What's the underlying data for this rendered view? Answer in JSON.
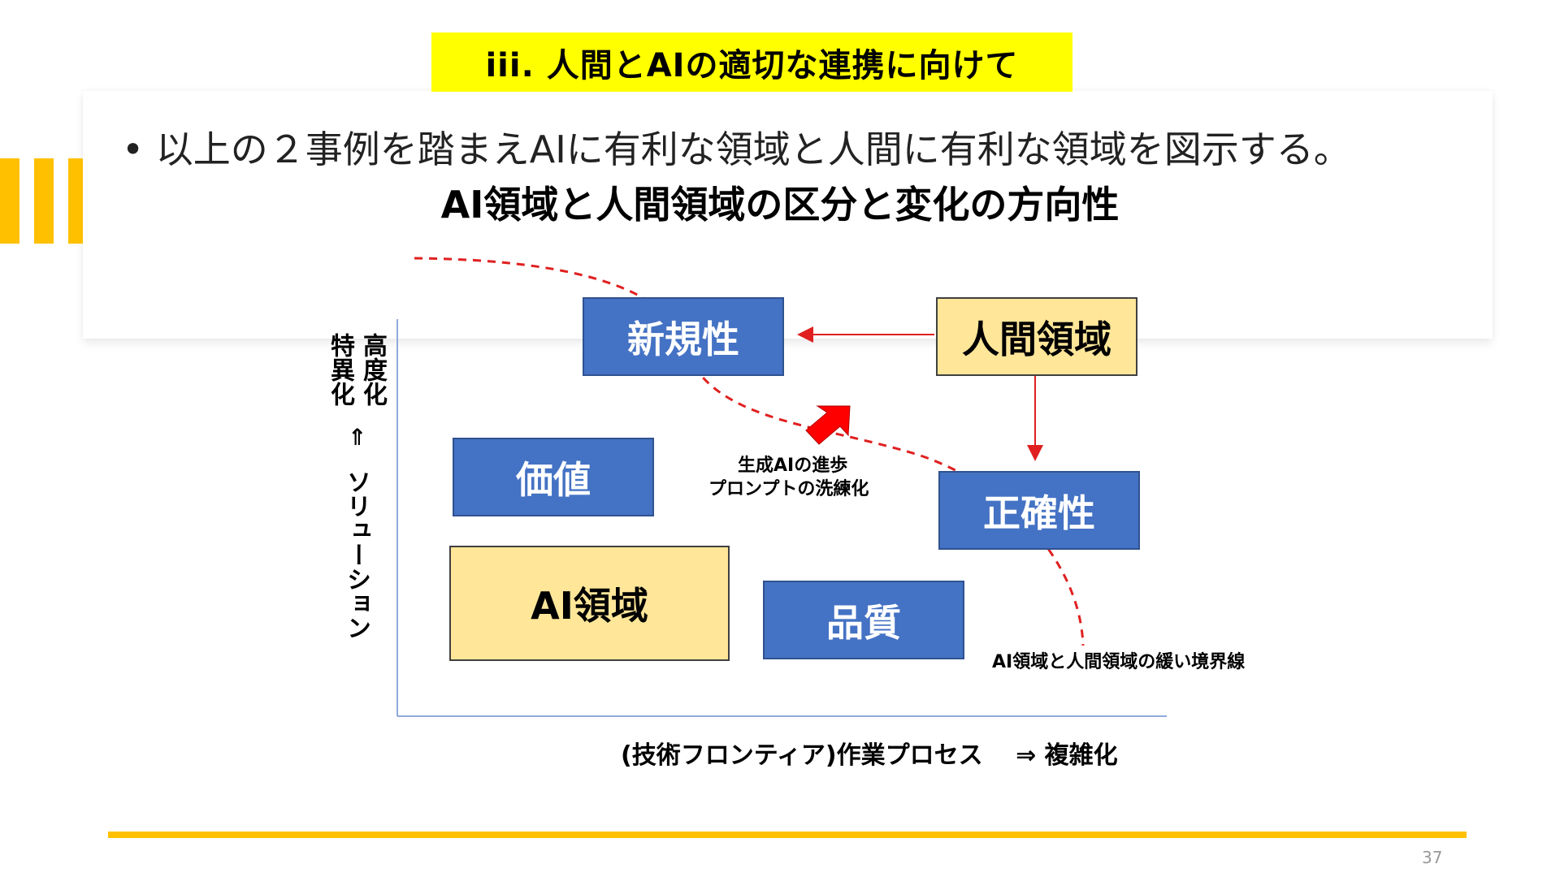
{
  "slide": {
    "title": "iii. 人間とAIの適切な連携に向けて",
    "bullet": "• 以上の２事例を踏まえAIに有利な領域と人間に有利な領域を図示する。",
    "diagram_title": "AI領域と人間領域の区分と変化の方向性",
    "page_number": "37"
  },
  "axes": {
    "y_label_right": "高度化",
    "y_label_left": "特異化",
    "y_arrow": "⇑",
    "y_label_main": "ソリューション",
    "x_label": "(技術フロンティア)作業プロセス　 ⇒ 複雑化"
  },
  "boxes": {
    "novelty": "新規性",
    "human_domain": "人間領域",
    "value": "価値",
    "accuracy": "正確性",
    "ai_domain": "AI領域",
    "quality": "品質"
  },
  "annotations": {
    "progress_line1": "生成AIの進歩",
    "progress_line2": "プロンプトの洗練化",
    "boundary": "AI領域と人間領域の緩い境界線"
  },
  "colors": {
    "title_bg": "#ffff00",
    "accent_yellow": "#ffc000",
    "box_blue": "#4472c4",
    "box_yellow": "#ffe699",
    "boundary_red": "#e02020"
  }
}
